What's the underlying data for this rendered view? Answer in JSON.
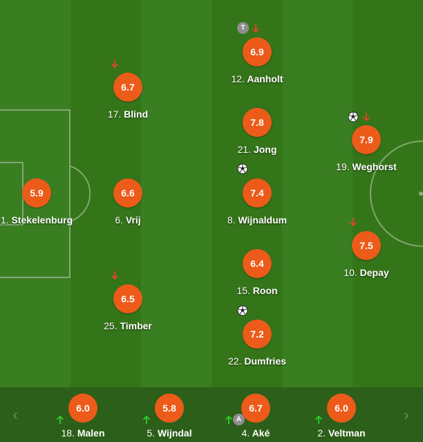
{
  "colors": {
    "rating_bg": "#ec5b1a",
    "arrow_out": "#e8412c",
    "arrow_in": "#2ed12e",
    "pitch_dark": "#357519",
    "pitch_light": "#3a7e22"
  },
  "players": [
    {
      "num": "1.",
      "name": "Stekelenburg",
      "rating": "5.9"
    },
    {
      "num": "17.",
      "name": "Blind",
      "rating": "6.7",
      "subbed_out": true
    },
    {
      "num": "6.",
      "name": "Vrij",
      "rating": "6.6"
    },
    {
      "num": "25.",
      "name": "Timber",
      "rating": "6.5",
      "subbed_out": true
    },
    {
      "num": "12.",
      "name": "Aanholt",
      "rating": "6.9",
      "subbed_out": true,
      "badge": "T"
    },
    {
      "num": "21.",
      "name": "Jong",
      "rating": "7.8"
    },
    {
      "num": "8.",
      "name": "Wijnaldum",
      "rating": "7.4",
      "goal": true
    },
    {
      "num": "15.",
      "name": "Roon",
      "rating": "6.4"
    },
    {
      "num": "22.",
      "name": "Dumfries",
      "rating": "7.2",
      "goal": true
    },
    {
      "num": "19.",
      "name": "Weghorst",
      "rating": "7.9",
      "goal": true,
      "subbed_out": true
    },
    {
      "num": "10.",
      "name": "Depay",
      "rating": "7.5",
      "subbed_out": true
    }
  ],
  "bench": [
    {
      "num": "18.",
      "name": "Malen",
      "rating": "6.0",
      "subbed_in": true
    },
    {
      "num": "5.",
      "name": "Wijndal",
      "rating": "5.8",
      "subbed_in": true
    },
    {
      "num": "4.",
      "name": "Aké",
      "rating": "6.7",
      "subbed_in": true,
      "badge": "A"
    },
    {
      "num": "2.",
      "name": "Veltman",
      "rating": "6.0",
      "subbed_in": true
    }
  ],
  "nav": {
    "prev_icon": "chevron-left-icon",
    "next_icon": "chevron-right-icon"
  }
}
